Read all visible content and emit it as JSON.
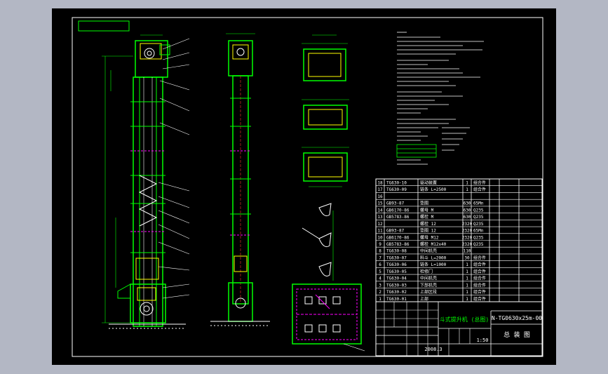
{
  "colors": {
    "background": "#b3b7c4",
    "canvas": "#000000",
    "frame": "#ffffff",
    "green": "#00ff00",
    "yellow": "#ffff00",
    "cyan": "#00ffff",
    "white": "#ffffff",
    "magenta": "#ff00ff",
    "red": "#ff3030"
  },
  "title_block": {
    "drawing_no": "N-TG0630x25m-00",
    "assembly_label": "总 装 图",
    "product_name": "斗式提升机 (总图)",
    "scale": "1:50",
    "date": "2008.3"
  },
  "bom": {
    "rows": [
      {
        "no": "18",
        "code": "TG630-10",
        "name": "驱动装置",
        "qty": "1",
        "material": "组合件"
      },
      {
        "no": "17",
        "code": "TG630-09",
        "name": "链条 L=2500",
        "qty": "1",
        "material": "组合件"
      },
      {
        "no": "16",
        "code": "",
        "name": "",
        "qty": "",
        "material": ""
      },
      {
        "no": "15",
        "code": "GB93-87",
        "name": "垫圈",
        "qty": "630",
        "material": "65Mn"
      },
      {
        "no": "14",
        "code": "GB6170-86",
        "name": "螺母 M",
        "qty": "630",
        "material": "Q235"
      },
      {
        "no": "13",
        "code": "GB5783-86",
        "name": "螺栓 M",
        "qty": "630",
        "material": "Q235"
      },
      {
        "no": "12",
        "code": "",
        "name": "螺栓 12",
        "qty": "2320",
        "material": "Q235"
      },
      {
        "no": "11",
        "code": "GB93-87",
        "name": "垫圈 12",
        "qty": "2320",
        "material": "65Mn"
      },
      {
        "no": "10",
        "code": "GB6170-86",
        "name": "螺母 M12",
        "qty": "2320",
        "material": "Q235"
      },
      {
        "no": "9",
        "code": "GB5783-86",
        "name": "螺栓 M12x40",
        "qty": "2320",
        "material": "Q235"
      },
      {
        "no": "8",
        "code": "TG630-08",
        "name": "中间机壳",
        "qty": "110",
        "material": ""
      },
      {
        "no": "7",
        "code": "TG630-07",
        "name": "料斗 L=2000",
        "qty": "30",
        "material": "组合件"
      },
      {
        "no": "6",
        "code": "TG630-06",
        "name": "链条 L=1000",
        "qty": "1",
        "material": "组合件"
      },
      {
        "no": "5",
        "code": "TG630-05",
        "name": "检修门",
        "qty": "1",
        "material": "组合件"
      },
      {
        "no": "4",
        "code": "TG630-04",
        "name": "中间机壳",
        "qty": "1",
        "material": "组合件"
      },
      {
        "no": "3",
        "code": "TG630-03",
        "name": "下部机壳",
        "qty": "1",
        "material": "组合件"
      },
      {
        "no": "2",
        "code": "TG630-02",
        "name": "上部区段",
        "qty": "1",
        "material": "组合件"
      },
      {
        "no": "1",
        "code": "TG630-01",
        "name": "上部",
        "qty": "1",
        "material": "组合件"
      }
    ]
  }
}
